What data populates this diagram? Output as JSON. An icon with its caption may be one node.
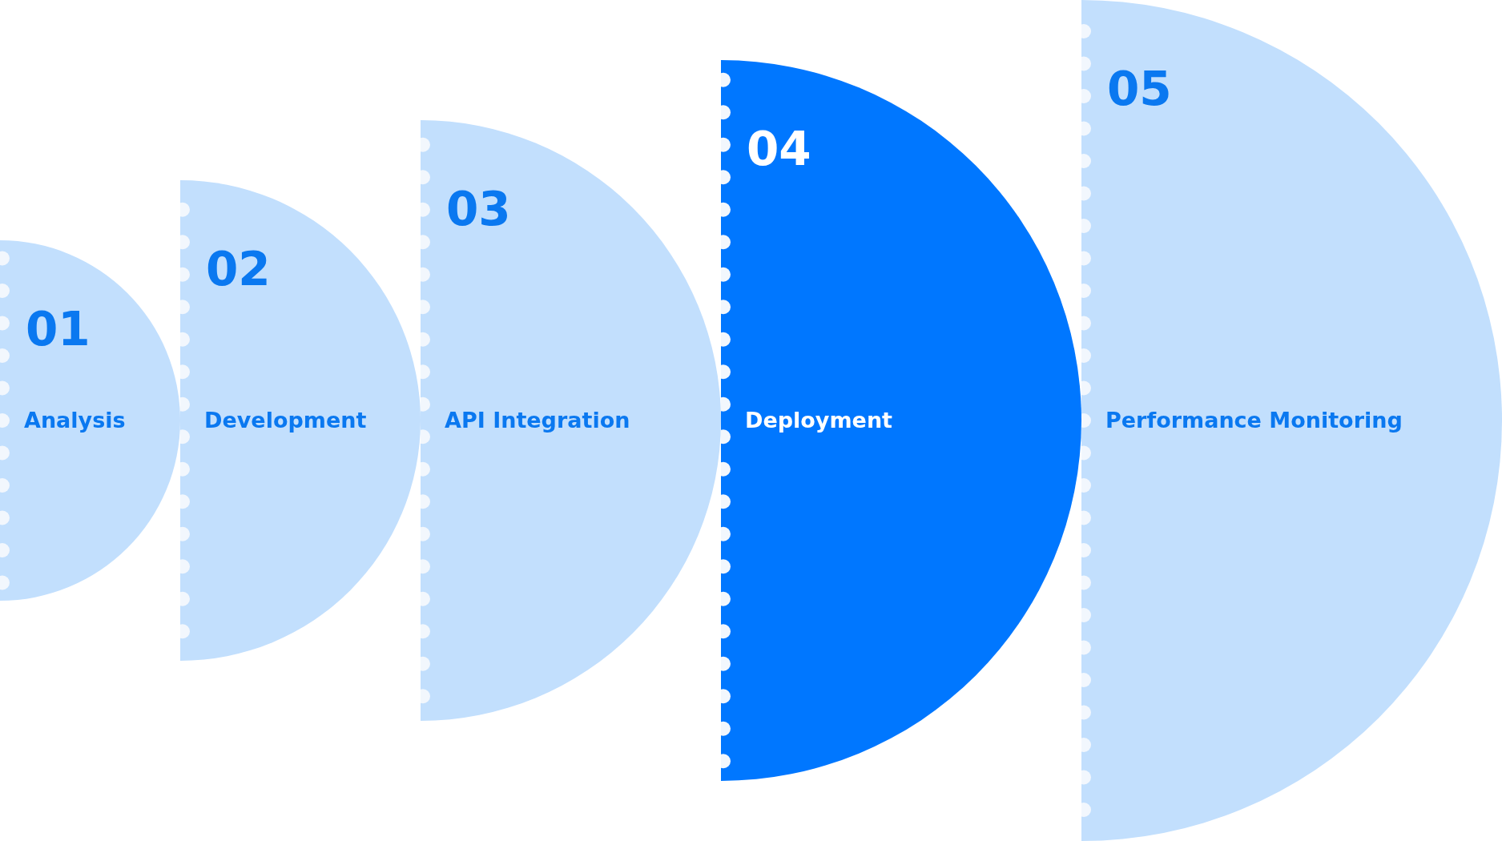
{
  "diagram": {
    "nodes": [
      {
        "text": [
          "01",
          "Analysis"
        ]
      },
      {
        "text": [
          "02",
          "Development"
        ]
      },
      {
        "text": [
          "03",
          "API Integration"
        ]
      },
      {
        "text": [
          "04",
          "Deployment"
        ]
      },
      {
        "text": [
          "05",
          "Performance Monitoring"
        ]
      }
    ]
  }
}
